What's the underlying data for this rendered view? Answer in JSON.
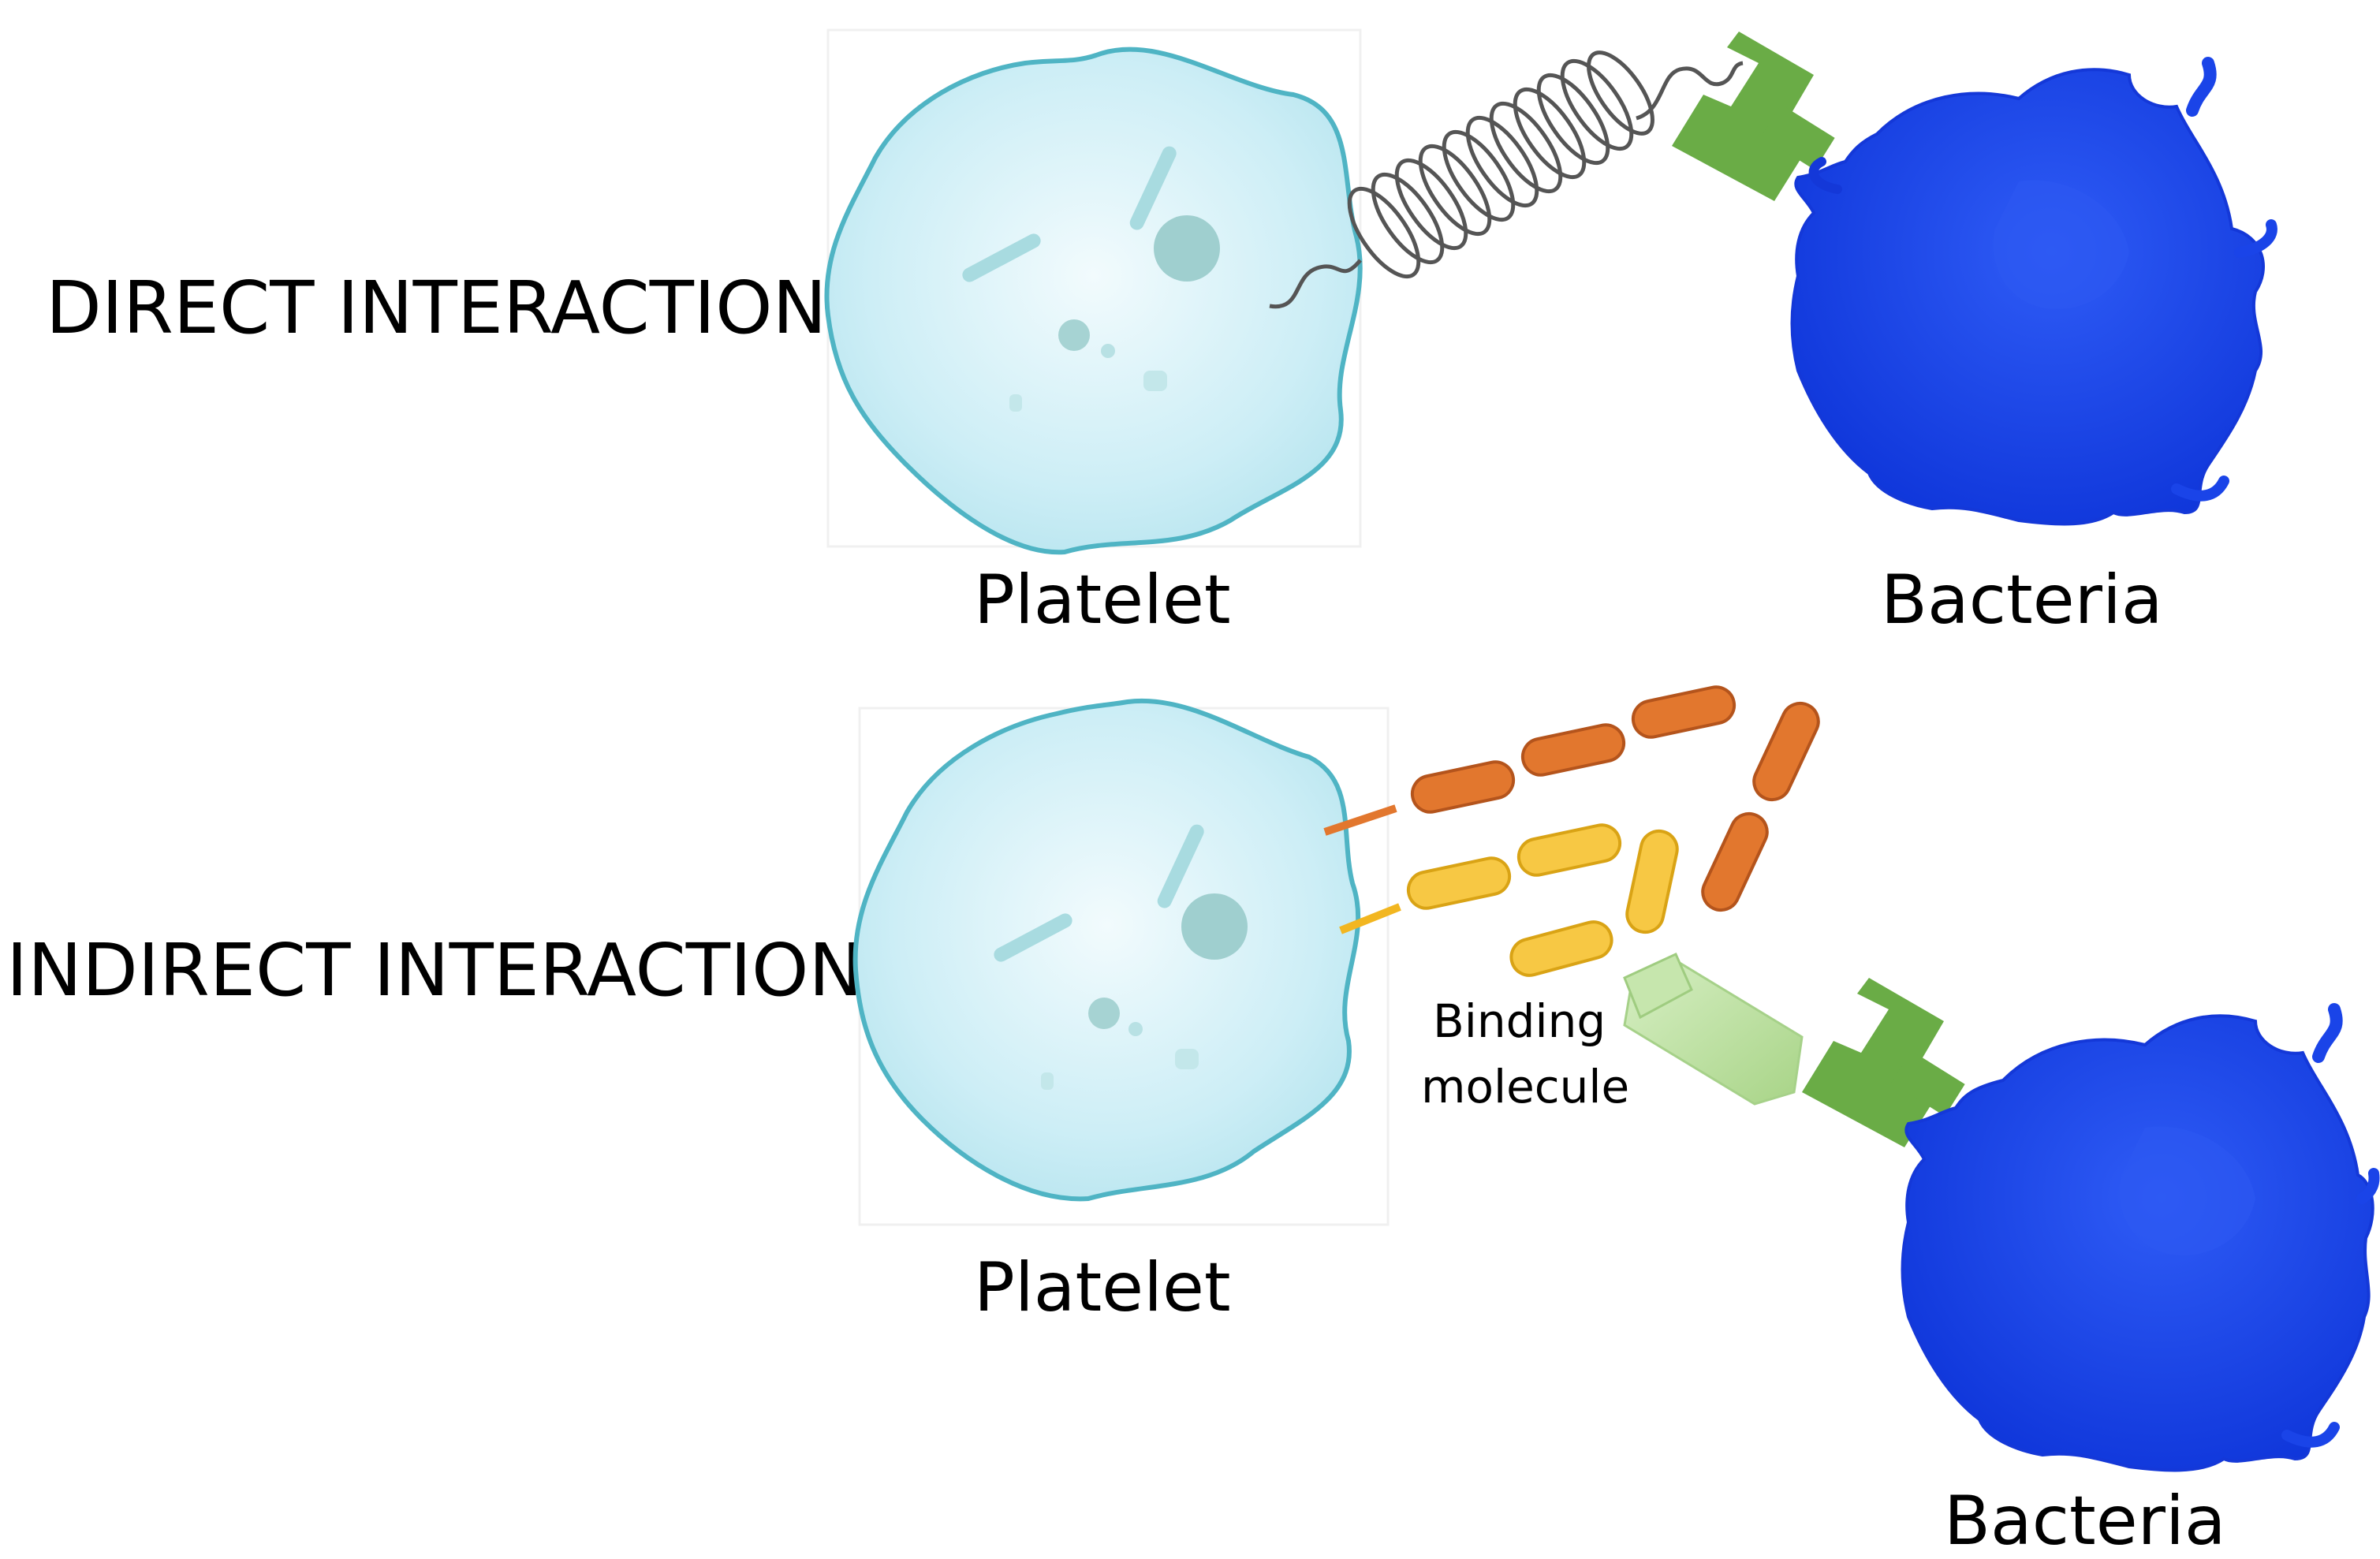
{
  "direct": {
    "row_label": "DIRECT INTERACTION",
    "platelet_label": "Platelet",
    "bacteria_label": "Bacteria"
  },
  "indirect": {
    "row_label": "INDIRECT INTERACTION",
    "platelet_label": "Platelet",
    "bacteria_label": "Bacteria",
    "binding_label_line1": "Binding",
    "binding_label_line2": "molecule"
  },
  "colors": {
    "platelet_fill": "#d6f1f8",
    "platelet_outline": "#4fb4c4",
    "platelet_organelle": "#9fcfcf",
    "spring": "#555555",
    "receptor": "#6aac46",
    "bacteria": "#1a44e8",
    "bacteria_highlight": "#3b66f7",
    "orange_chain": "#e2772e",
    "yellow_chain": "#f7c844",
    "binding_molecule": "#b8e09c"
  }
}
